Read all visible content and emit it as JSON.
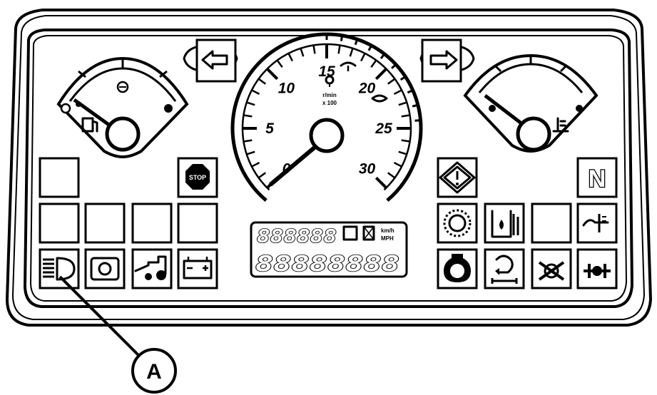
{
  "tachometer": {
    "scale_labels": [
      "0",
      "5",
      "10",
      "15",
      "20",
      "25",
      "30"
    ],
    "unit_line1": "r/min",
    "unit_line2": "x 100",
    "needle_value": 0
  },
  "lcd": {
    "top_digits": "888888",
    "bottom_digits": "88888888",
    "unit_kmh": "km/h",
    "unit_mph": "MPH"
  },
  "indicators": {
    "neutral_letter": "N",
    "stop_label": "STOP"
  },
  "callout": {
    "letter": "A"
  },
  "icons": {
    "turn_left": "turn-left-arrow-icon",
    "turn_right": "turn-right-arrow-icon",
    "fuel": "fuel-pump-icon",
    "coolant_temp": "coolant-temperature-icon",
    "headlight": "high-beam-headlight-icon",
    "transmission": "transmission-icon",
    "trailer": "tractor-trailer-icon",
    "battery": "battery-charge-icon",
    "stop": "stop-sign-icon",
    "warning": "warning-diamond-icon",
    "air_filter": "air-filter-icon",
    "hydraulic_oil": "hydraulic-oil-icon",
    "oil_temp": "oil-temperature-icon",
    "engine_oil": "engine-oil-pressure-icon",
    "pto": "pto-icon",
    "park_brake": "park-brake-icon",
    "coolant_level": "coolant-level-icon"
  }
}
